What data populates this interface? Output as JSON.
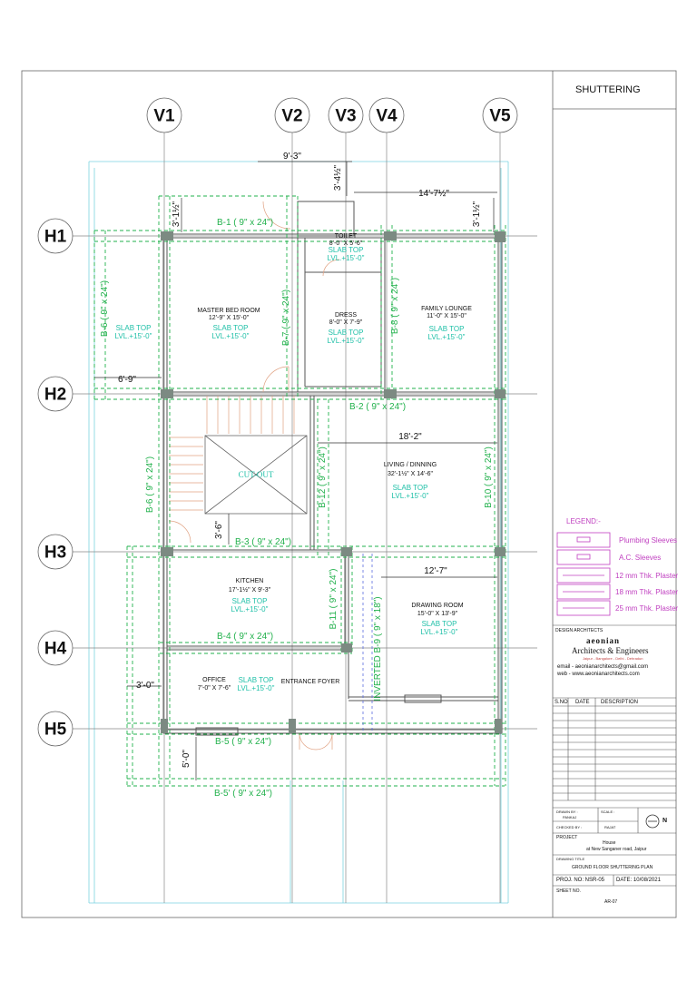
{
  "sheet": {
    "heading": "SHUTTERING",
    "drawing_title_label": "DRAWING TITLE",
    "drawing_title": "GROUND FLOOR SHUTTERING PLAN",
    "project_label": "PROJECT",
    "project_line1": "House",
    "project_line2": "at New Sanganer road, Jaipur",
    "proj_no": "PROJ. NO: NSR-05",
    "date": "DATE: 10/08/2021",
    "sheet_no_label": "SHEET NO.",
    "sheet_no": "AR-07",
    "drawn_by_label": "DRAWN BY :",
    "drawn_by": "PANKAJ",
    "scale_label": "SCALE :",
    "checked_by_label": "CHECKED BY :",
    "checked_by": "RAJAT",
    "north": "N",
    "revision_headers": [
      "S.NO",
      "DATE",
      "DESCRIPTION"
    ]
  },
  "legend": {
    "title": "LEGEND:-",
    "items": [
      "Plumbing Sleeves",
      "A.C. Sleeves",
      "12 mm Thk. Plaster",
      "18 mm Thk. Plaster",
      "25 mm Thk. Plaster"
    ]
  },
  "firm": {
    "label": "DESIGN ARCHITECTS",
    "name": "aeonian",
    "subtitle": "Architects & Engineers",
    "cities": "Jaipur - Bangalore - Delhi - Dehradun",
    "email": "email - aeonianarchitects@gmail.com",
    "web": "web   - www.aeonianarchitects.com"
  },
  "grid": {
    "vertical": [
      "V1",
      "V2",
      "V3",
      "V4",
      "V5"
    ],
    "horizontal": [
      "H1",
      "H2",
      "H3",
      "H4",
      "H5"
    ]
  },
  "dims": {
    "d1": "9'-3\"",
    "d2": "3'-4½\"",
    "d3": "14'-7½\"",
    "d4": "3'-1½\"",
    "d5": "3'-1½\"",
    "d6": "6'-9\"",
    "d7": "18'-2\"",
    "d8": "3'-6\"",
    "d9": "12'-7\"",
    "d10": "3'-0\"",
    "d11": "5'-0\""
  },
  "beams": {
    "b1": "B-1 ( 9\" x 24\")",
    "b2": "B-2 ( 9\" x 24\")",
    "b3": "B-3 ( 9\" x 24\")",
    "b4": "B-4 ( 9\" x 24\")",
    "b5": "B-5 ( 9\" x 24\")",
    "b5p": "B-5' ( 9\" x 24\")",
    "b6a": "B-6 ( 9\" x 24\")",
    "b6b": "B-6 ( 9\" x 24\")",
    "b7": "B-7 ( 9\" x 24\")",
    "b8": "B-8 ( 9\" x 24\")",
    "b9": "INVERTED B-9 ( 9\" x 18\")",
    "b10": "B-10 ( 9\" x 24\")",
    "b11": "B-11 ( 9\" x 24\")",
    "b12": "B-12 ( 9\" x 24\")"
  },
  "rooms": {
    "master": {
      "name": "MASTER BED ROOM",
      "size": "12'-9\" X 15'-0\""
    },
    "toilet": {
      "name": "TOILET",
      "size": "8'-0\" X 5'-6\""
    },
    "dress": {
      "name": "DRESS",
      "size": "8'-0\" X 7'-9\""
    },
    "family": {
      "name": "FAMILY LOUNGE",
      "size": "11'-0\" X 15'-0\""
    },
    "living": {
      "name": "LIVING / DINNING",
      "size": "32'-1½\" X 14'-6\""
    },
    "kitchen": {
      "name": "KITCHEN",
      "size": "17'-1½\" X 9'-3\""
    },
    "drawing": {
      "name": "DRAWING ROOM",
      "size": "15'-0\" X 13'-9\""
    },
    "office": {
      "name": "OFFICE",
      "size": "7'-0\" X 7'-6\""
    },
    "foyer": {
      "name": "ENTRANCE FOYER"
    },
    "cutout": {
      "name": "CUT-OUT"
    }
  },
  "slab": {
    "line1": "SLAB TOP",
    "line2": "LVL.+15'-0\""
  },
  "colors": {
    "beam": "#22b14c",
    "slab_text": "#20c0a8",
    "plaster": "#c040c0",
    "grid": "#888888",
    "outline": "#7ad3e0"
  }
}
